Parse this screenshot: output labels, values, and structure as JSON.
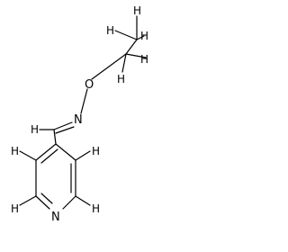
{
  "structure": {
    "atoms": {
      "nitrogen_ring": "N",
      "nitrogen_oxime": "N",
      "oxygen": "O",
      "hydrogen": "H"
    },
    "colors": {
      "bond": "#000000",
      "label": "#000000",
      "background": "#ffffff"
    }
  }
}
